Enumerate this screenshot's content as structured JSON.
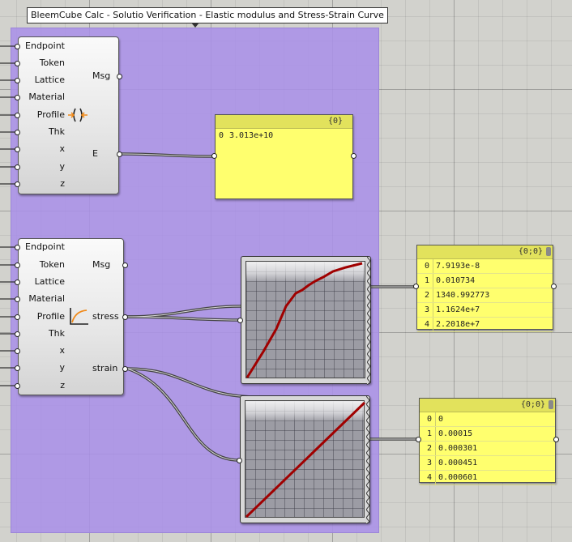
{
  "group": {
    "title": "BleemCube Calc - Solutio Verification - Elastic modulus and Stress-Strain Curve"
  },
  "component1": {
    "inputs": [
      "Endpoint",
      "Token",
      "Lattice",
      "Material",
      "Profile",
      "Thk",
      "x",
      "y",
      "z"
    ],
    "outputs": [
      "Msg",
      "E"
    ],
    "icon": "compress-arrows-icon"
  },
  "component2": {
    "inputs": [
      "Endpoint",
      "Token",
      "Lattice",
      "Material",
      "Profile",
      "Thk",
      "x",
      "y",
      "z"
    ],
    "outputs": [
      "Msg",
      "stress",
      "strain"
    ],
    "icon": "curve-axes-icon"
  },
  "panel_E": {
    "header": "{0}",
    "rows": [
      {
        "index": "0",
        "value": "3.013e+10"
      }
    ]
  },
  "panel_stress": {
    "header": "{0;0}",
    "rows": [
      {
        "index": "0",
        "value": "7.9193e-8"
      },
      {
        "index": "1",
        "value": "0.010734"
      },
      {
        "index": "2",
        "value": "1340.992773"
      },
      {
        "index": "3",
        "value": "1.1624e+7"
      },
      {
        "index": "4",
        "value": "2.2018e+7"
      }
    ]
  },
  "panel_strain": {
    "header": "{0;0}",
    "rows": [
      {
        "index": "0",
        "value": "0"
      },
      {
        "index": "1",
        "value": "0.00015"
      },
      {
        "index": "2",
        "value": "0.000301"
      },
      {
        "index": "3",
        "value": "0.000451"
      },
      {
        "index": "4",
        "value": "0.000601"
      }
    ]
  },
  "colors": {
    "group_fill": "#aa91e8",
    "panel_fill": "#ffff6e",
    "curve": "#a00000"
  }
}
